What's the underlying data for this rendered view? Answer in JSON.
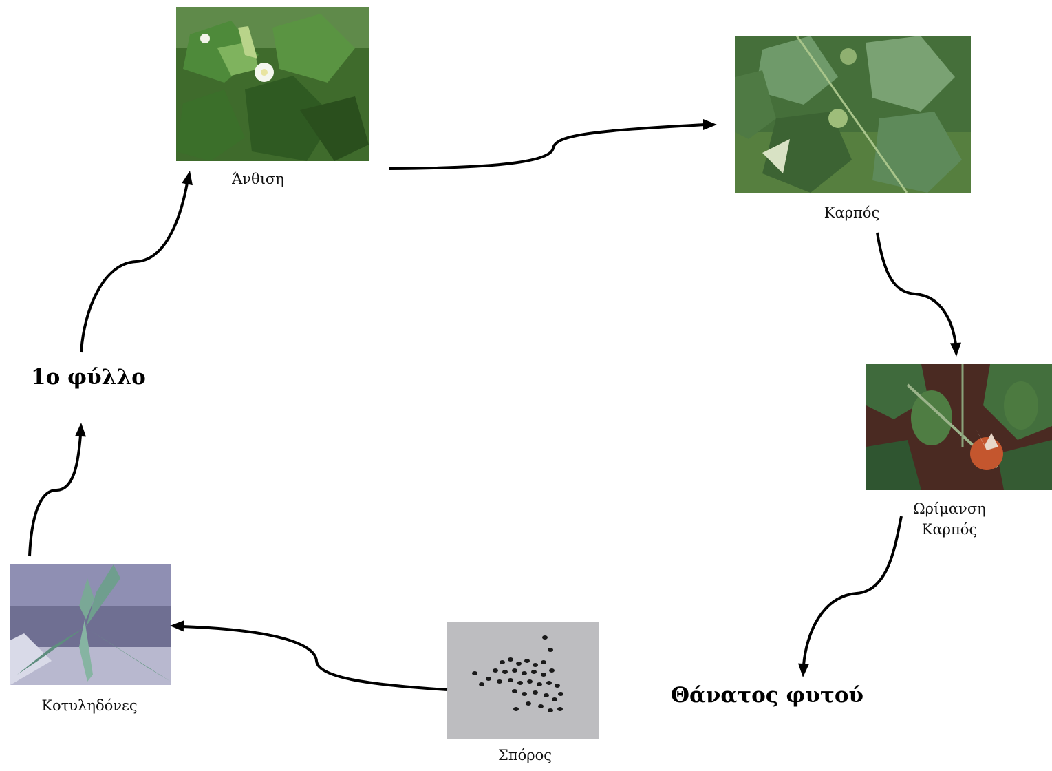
{
  "stages": {
    "flowering": {
      "label": "Άνθιση",
      "image": "flowering-plant-photo"
    },
    "fruit": {
      "label": "Καρπός",
      "image": "fruiting-plant-photo"
    },
    "ripening": {
      "label_line1": "Ωρίμανση",
      "label_line2": "Καρπός",
      "image": "ripe-fruit-photo"
    },
    "death": {
      "label": "Θάνατος φυτού"
    },
    "seed": {
      "label": "Σπόρος",
      "image": "seeds-photo"
    },
    "cotyledons": {
      "label": "Κοτυληδόνες",
      "image": "cotyledons-photo"
    },
    "first_leaf": {
      "label": "1ο φύλλο"
    }
  },
  "colors": {
    "arrow": "#000000",
    "background": "#ffffff"
  }
}
